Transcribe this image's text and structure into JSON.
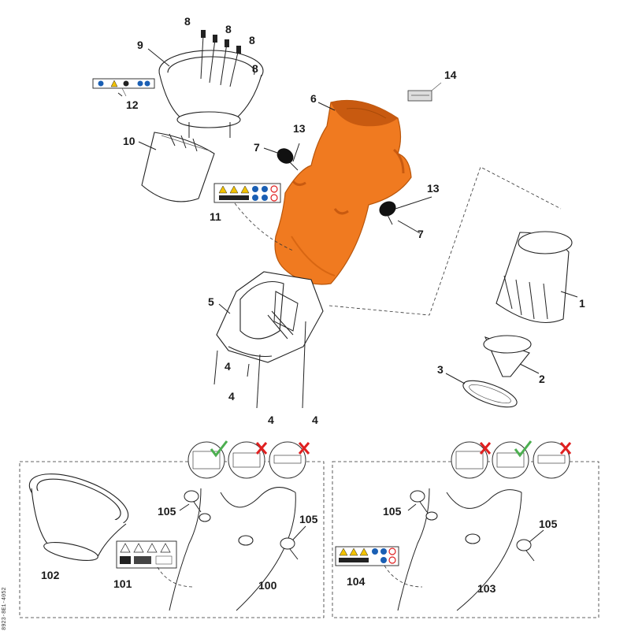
{
  "callouts": {
    "c1": "1",
    "c2": "2",
    "c3": "3",
    "c4a": "4",
    "c4b": "4",
    "c4c": "4",
    "c4d": "4",
    "c5": "5",
    "c6": "6",
    "c7a": "7",
    "c7b": "7",
    "c8a": "8",
    "c8b": "8",
    "c8c": "8",
    "c8d": "8",
    "c9": "9",
    "c10": "10",
    "c11": "11",
    "c12": "12",
    "c13a": "13",
    "c13b": "13",
    "c14": "14",
    "c100": "100",
    "c101": "101",
    "c102": "102",
    "c103": "103",
    "c104": "104",
    "c105a": "105",
    "c105b": "105",
    "c105c": "105",
    "c105d": "105"
  },
  "side_code": "8923-8E1-4052",
  "colors": {
    "hopper_orange": "#f07a20",
    "hopper_shadow": "#c85a10",
    "check_green": "#4caf50",
    "cross_red": "#e02020",
    "label_blue": "#1a5fb4"
  },
  "variant_icons": {
    "left": [
      "label-set-icon",
      "check-mark-icon",
      "cross-mark-icon"
    ],
    "right": [
      "cross-mark-icon",
      "check-mark-icon",
      "cross-mark-icon"
    ]
  }
}
